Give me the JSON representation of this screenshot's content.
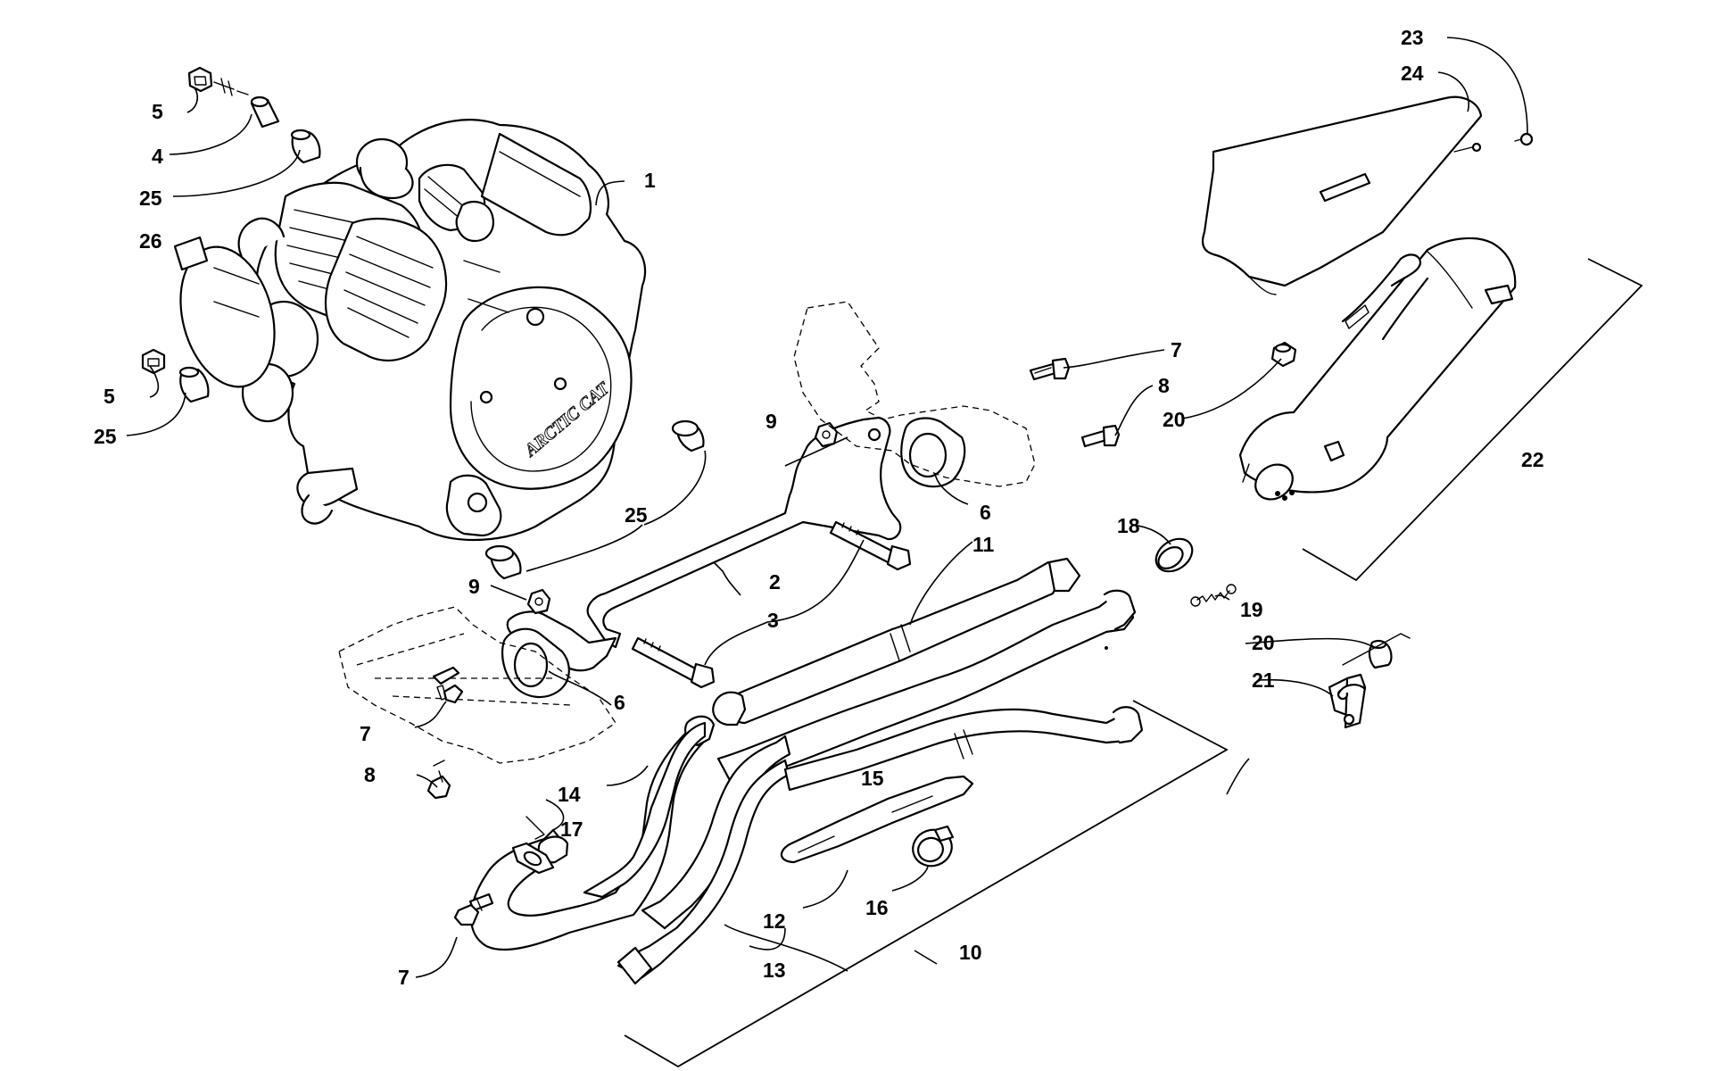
{
  "figure": {
    "brand_text": "ARCTIC CAT"
  },
  "callouts": [
    {
      "id": "c1",
      "label": "1"
    },
    {
      "id": "c2",
      "label": "2"
    },
    {
      "id": "c3a",
      "label": "3"
    },
    {
      "id": "c4",
      "label": "4"
    },
    {
      "id": "c5a",
      "label": "5"
    },
    {
      "id": "c5b",
      "label": "5"
    },
    {
      "id": "c6a",
      "label": "6"
    },
    {
      "id": "c6b",
      "label": "6"
    },
    {
      "id": "c7a",
      "label": "7"
    },
    {
      "id": "c7b",
      "label": "7"
    },
    {
      "id": "c7c",
      "label": "7"
    },
    {
      "id": "c8a",
      "label": "8"
    },
    {
      "id": "c8b",
      "label": "8"
    },
    {
      "id": "c9a",
      "label": "9"
    },
    {
      "id": "c9b",
      "label": "9"
    },
    {
      "id": "c10",
      "label": "10"
    },
    {
      "id": "c11",
      "label": "11"
    },
    {
      "id": "c12",
      "label": "12"
    },
    {
      "id": "c13",
      "label": "13"
    },
    {
      "id": "c14",
      "label": "14"
    },
    {
      "id": "c15",
      "label": "15"
    },
    {
      "id": "c16",
      "label": "16"
    },
    {
      "id": "c17",
      "label": "17"
    },
    {
      "id": "c18",
      "label": "18"
    },
    {
      "id": "c19",
      "label": "19"
    },
    {
      "id": "c20a",
      "label": "20"
    },
    {
      "id": "c20b",
      "label": "20"
    },
    {
      "id": "c21",
      "label": "21"
    },
    {
      "id": "c22",
      "label": "22"
    },
    {
      "id": "c23",
      "label": "23"
    },
    {
      "id": "c24",
      "label": "24"
    },
    {
      "id": "c25a",
      "label": "25"
    },
    {
      "id": "c25b",
      "label": "25"
    },
    {
      "id": "c25c",
      "label": "25"
    },
    {
      "id": "c26",
      "label": "26"
    }
  ]
}
